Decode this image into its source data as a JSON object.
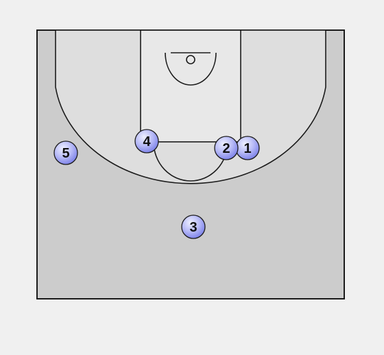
{
  "court": {
    "colors": {
      "background": "#f0f0f0",
      "court_floor": "#cccccc",
      "three_point_area": "#dedede",
      "paint": "#e8e8e8",
      "lines": "#1a1a1a"
    }
  },
  "players": [
    {
      "id": "player-1",
      "label": "1"
    },
    {
      "id": "player-2",
      "label": "2"
    },
    {
      "id": "player-3",
      "label": "3"
    },
    {
      "id": "player-4",
      "label": "4"
    },
    {
      "id": "player-5",
      "label": "5"
    }
  ],
  "player_style": {
    "fill_light": "#e6e8ff",
    "fill_dark": "#8d91ef",
    "stroke": "#1a1a1a"
  }
}
